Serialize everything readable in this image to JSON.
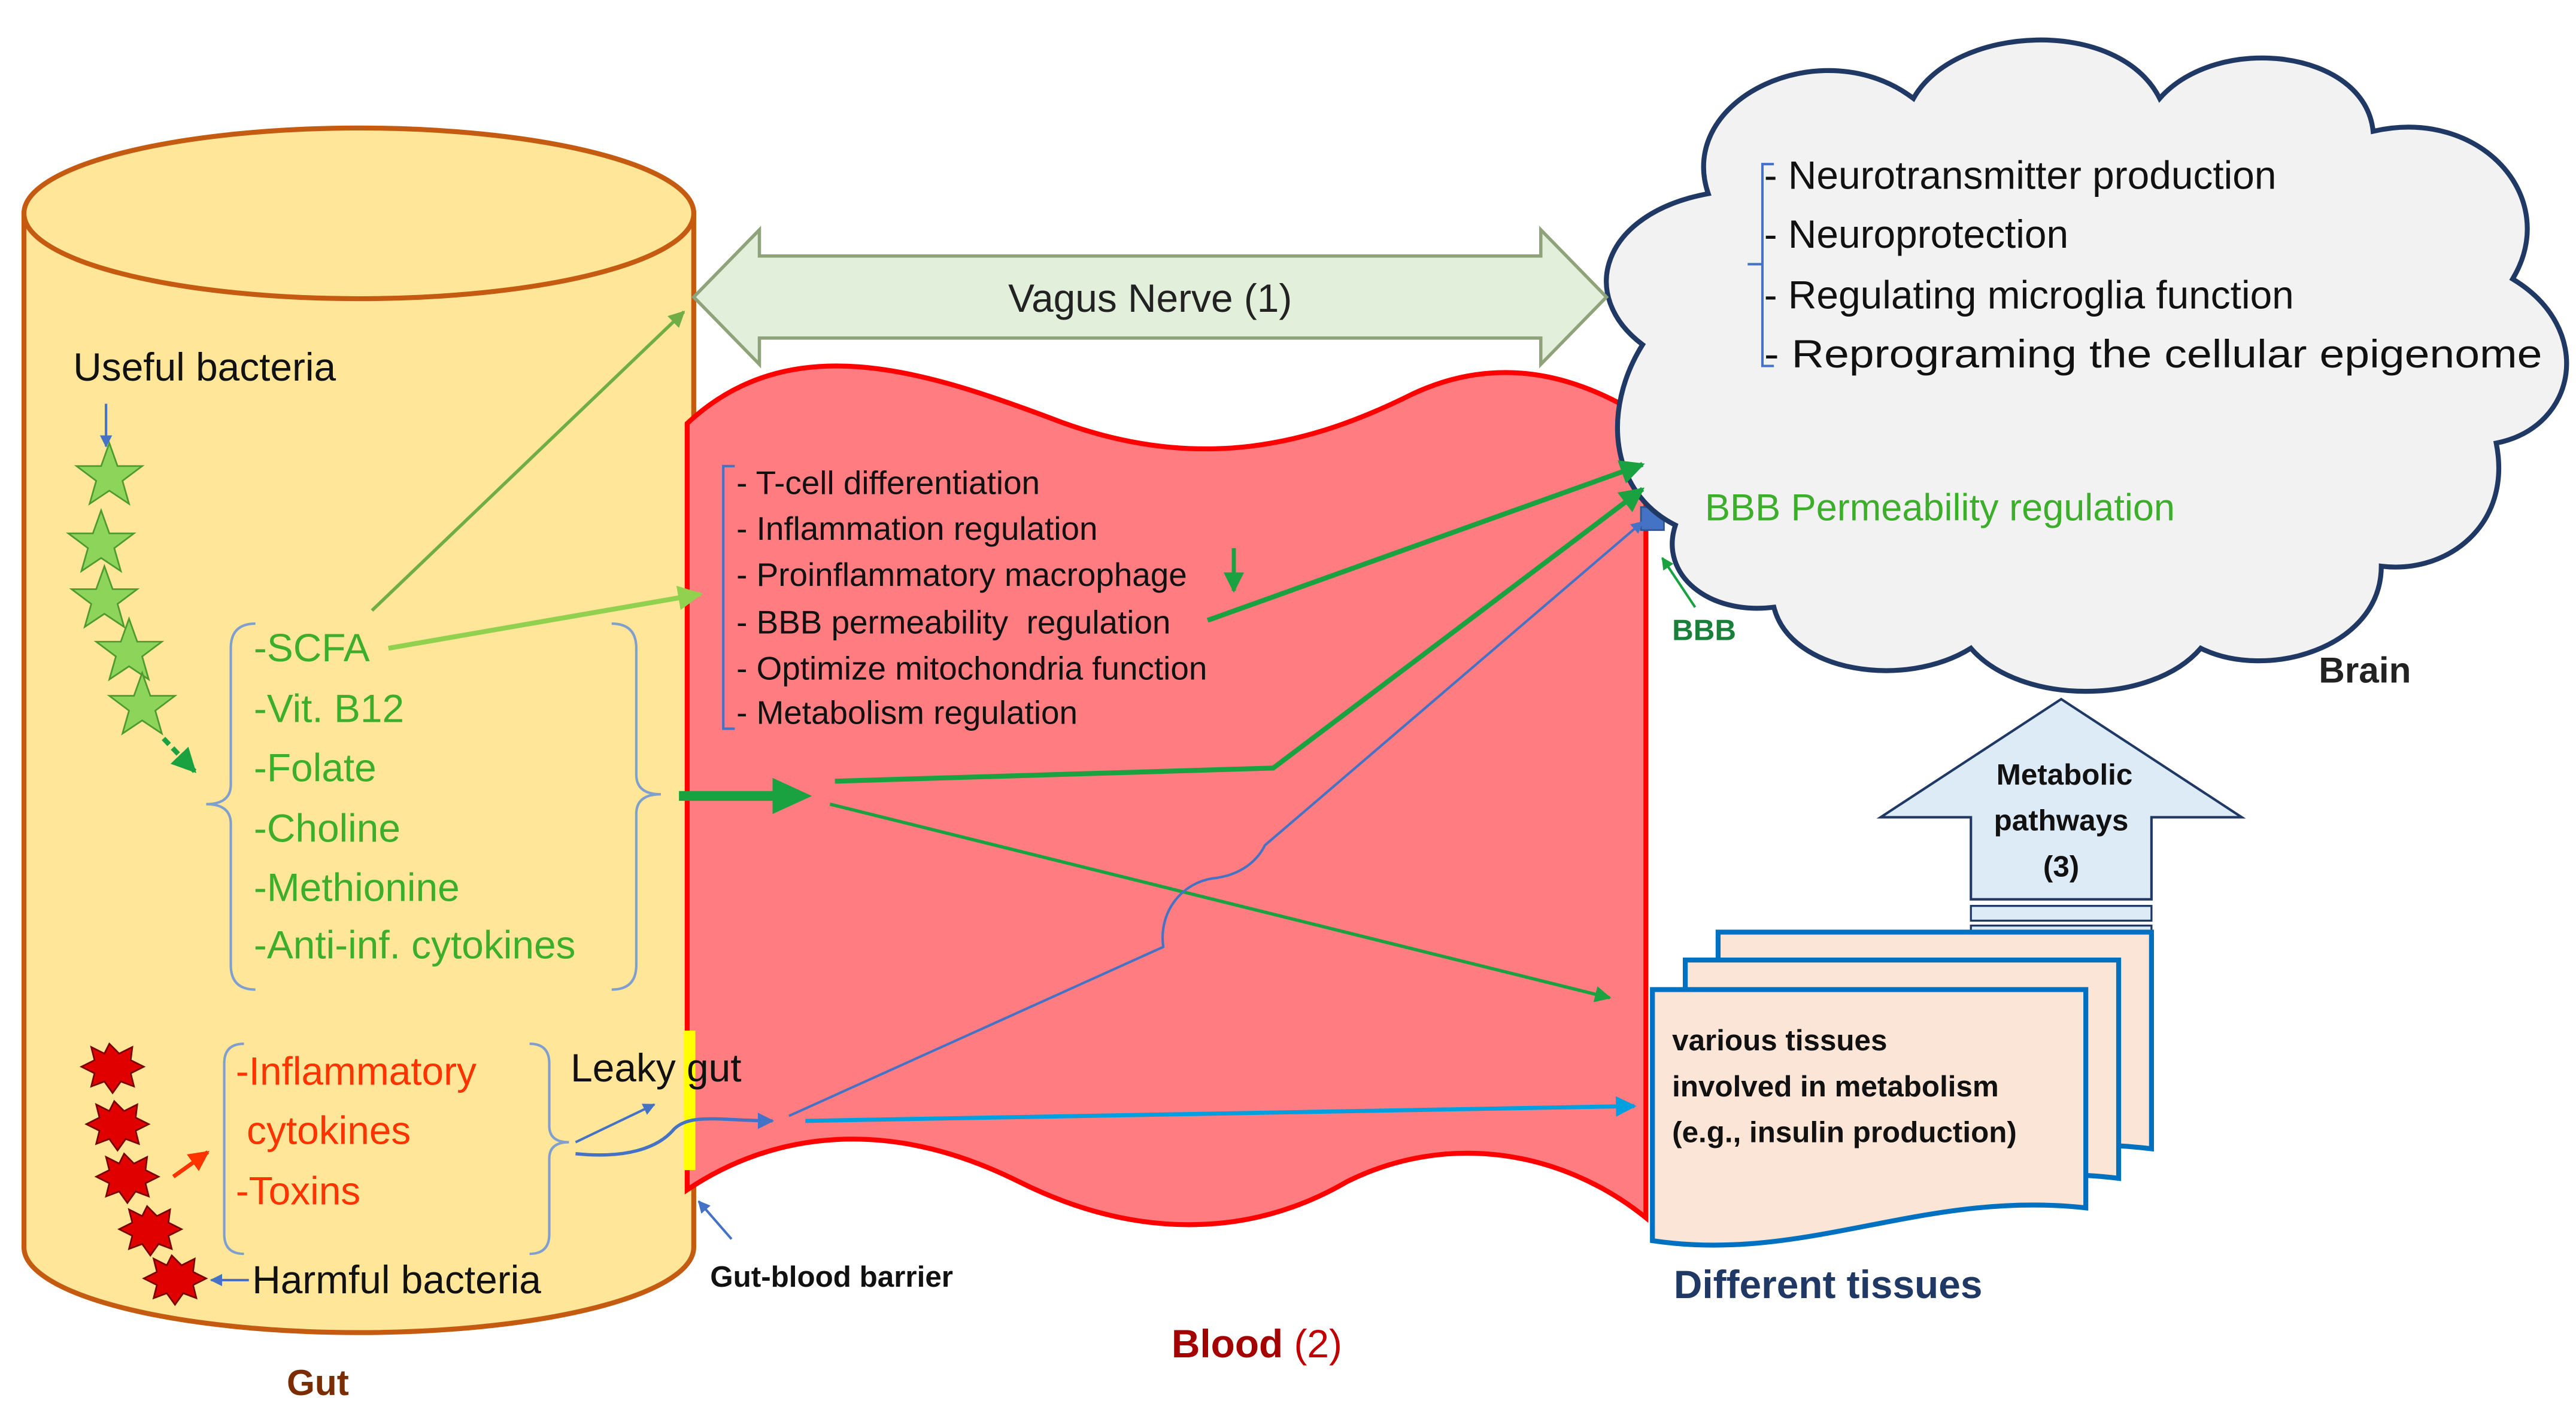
{
  "gut": {
    "caption": "Gut",
    "useful_label": "Useful bacteria",
    "harmful_label": "Harmful bacteria",
    "useful_products": [
      "-SCFA",
      "-Vit. B12",
      "-Folate",
      "-Choline",
      "-Methionine",
      "-Anti-inf. cytokines"
    ],
    "harmful_products": [
      "-Inflammatory",
      " cytokines",
      "-Toxins"
    ],
    "leaky_label": "Leaky gut",
    "barrier_label": "Gut-blood barrier"
  },
  "vagus": {
    "label": "Vagus Nerve (1)"
  },
  "blood": {
    "caption_main": "Blood",
    "caption_num": " (2)",
    "functions": [
      "- T-cell differentiation",
      "- Inflammation regulation",
      "- Proinflammatory macrophage",
      "- BBB permeability  regulation",
      "- Optimize mitochondria function",
      "- Metabolism regulation"
    ]
  },
  "brain": {
    "caption": "Brain",
    "functions": [
      "- Neurotransmitter production",
      "- Neuroprotection",
      "- Regulating microglia function",
      "- Reprograming the cellular epigenome"
    ],
    "bbb_regulation": "BBB Permeability regulation",
    "bbb_label": "BBB"
  },
  "metabolic": {
    "lines": [
      "Metabolic",
      "pathways",
      "(3)"
    ]
  },
  "tissues": {
    "lines": [
      "various tissues",
      "involved in metabolism",
      "(e.g., insulin production)"
    ],
    "caption": "Different tissues"
  },
  "colors": {
    "gut_fill": "#FFE699",
    "gut_stroke": "#C55A11",
    "blood_fill": "#FF7C80",
    "blood_stroke": "#FF0000",
    "green_text": "#3DAE2B",
    "red_text": "#FF3300",
    "arrow_green": "#1AA140",
    "arrow_light_green": "#92D050",
    "arrow_blue": "#4472C4",
    "arrow_cyan": "#00A0E0",
    "vagus_fill": "#E2EFDA",
    "metabolic_fill": "#DDEBF7",
    "tissue_fill": "#FBE5D6",
    "tissue_stroke": "#0070C0",
    "caption_dark_red": "#A40000"
  }
}
